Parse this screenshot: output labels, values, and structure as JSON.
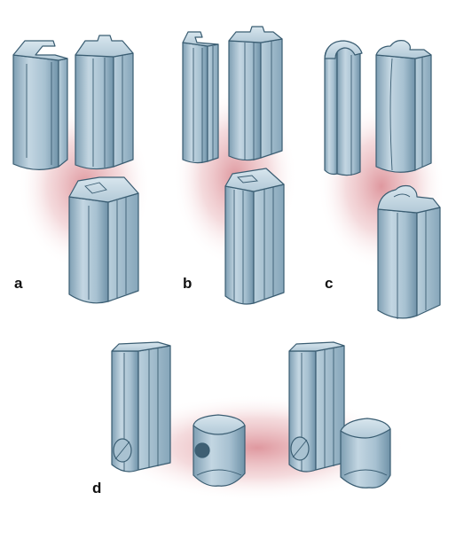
{
  "panels": [
    {
      "id": "a",
      "label": "a"
    },
    {
      "id": "b",
      "label": "b"
    },
    {
      "id": "c",
      "label": "c"
    },
    {
      "id": "d",
      "label": "d"
    }
  ],
  "colors": {
    "metal_light": "#c9dbe6",
    "metal_mid": "#9fbccd",
    "metal_dark": "#6f92a8",
    "outline": "#3a5d72",
    "glow": "#d9868e"
  }
}
